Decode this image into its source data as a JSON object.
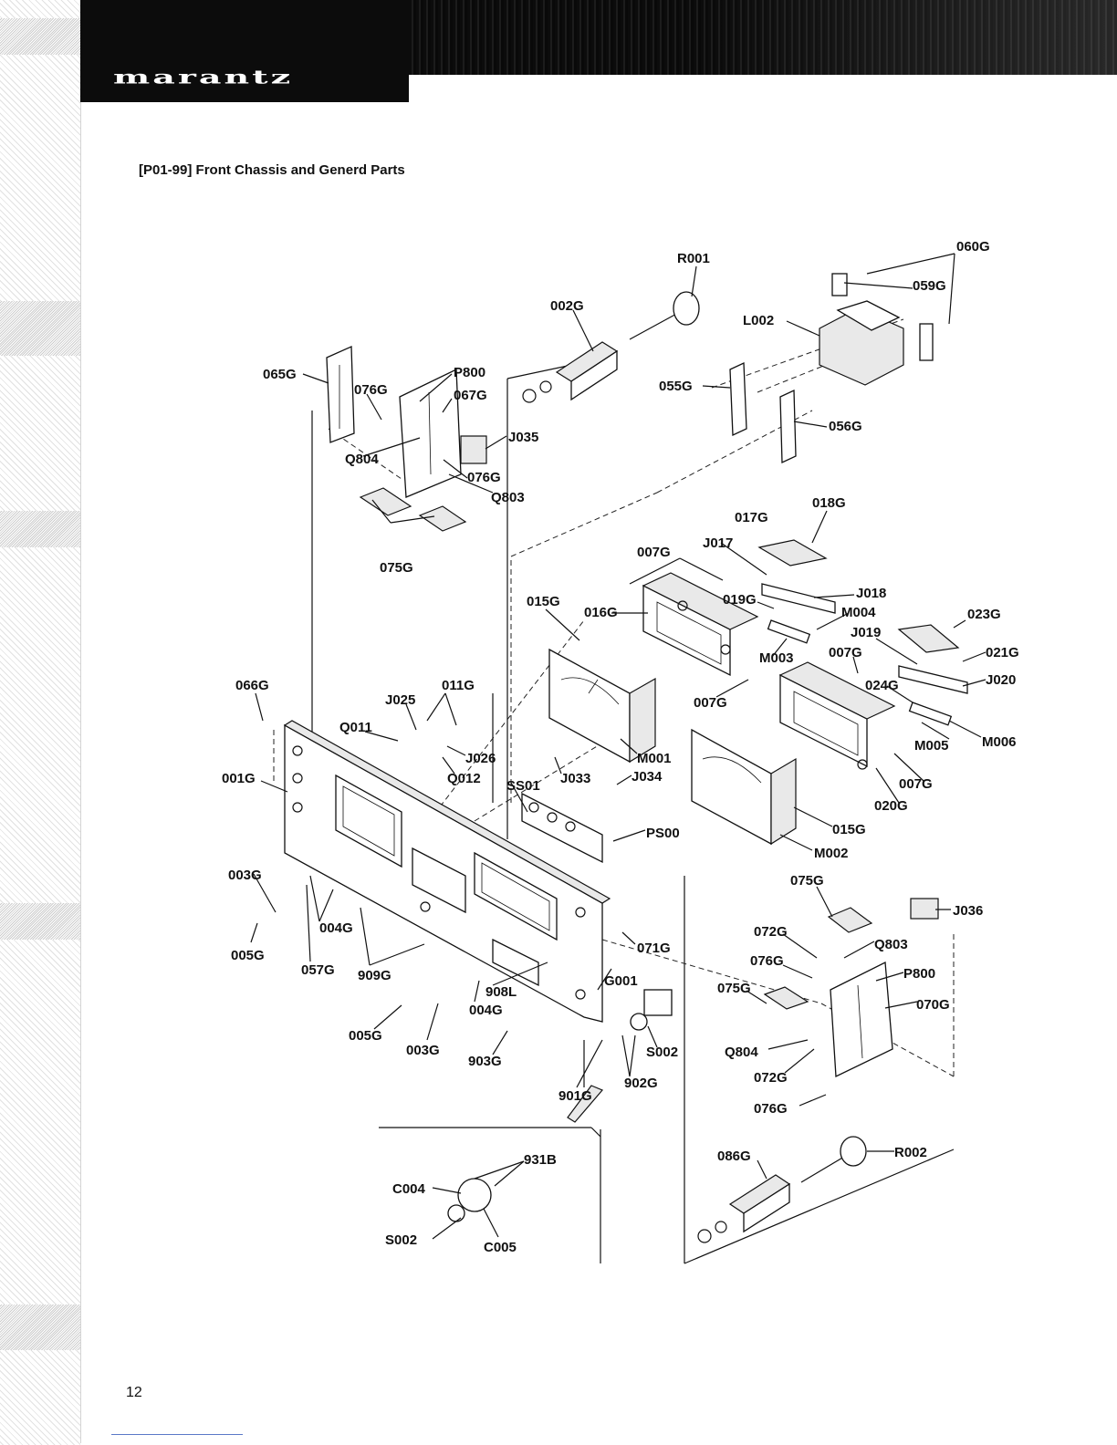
{
  "brand": {
    "name": "marantz"
  },
  "page": {
    "title": "[P01-99] Front Chassis and Generd Parts",
    "number": "12"
  },
  "parts": [
    "060G",
    "R001",
    "059G",
    "002G",
    "L002",
    "065G",
    "P800",
    "076G",
    "067G",
    "055G",
    "J035",
    "056G",
    "Q804",
    "076G",
    "Q803",
    "018G",
    "017G",
    "007G",
    "J017",
    "075G",
    "015G",
    "016G",
    "J018",
    "019G",
    "M004",
    "023G",
    "J019",
    "007G",
    "021G",
    "M003",
    "J020",
    "066G",
    "011G",
    "024G",
    "J025",
    "007G",
    "M006",
    "Q011",
    "M005",
    "J026",
    "M001",
    "001G",
    "Q012",
    "J033",
    "J034",
    "007G",
    "SS01",
    "020G",
    "PS00",
    "015G",
    "M002",
    "003G",
    "075G",
    "J036",
    "004G",
    "071G",
    "072G",
    "Q803",
    "005G",
    "057G",
    "909G",
    "076G",
    "P800",
    "G001",
    "075G",
    "070G",
    "908L",
    "004G",
    "005G",
    "003G",
    "S002",
    "Q804",
    "903G",
    "072G",
    "901G",
    "902G",
    "076G",
    "931B",
    "086G",
    "R002",
    "C004",
    "S002",
    "C005"
  ]
}
